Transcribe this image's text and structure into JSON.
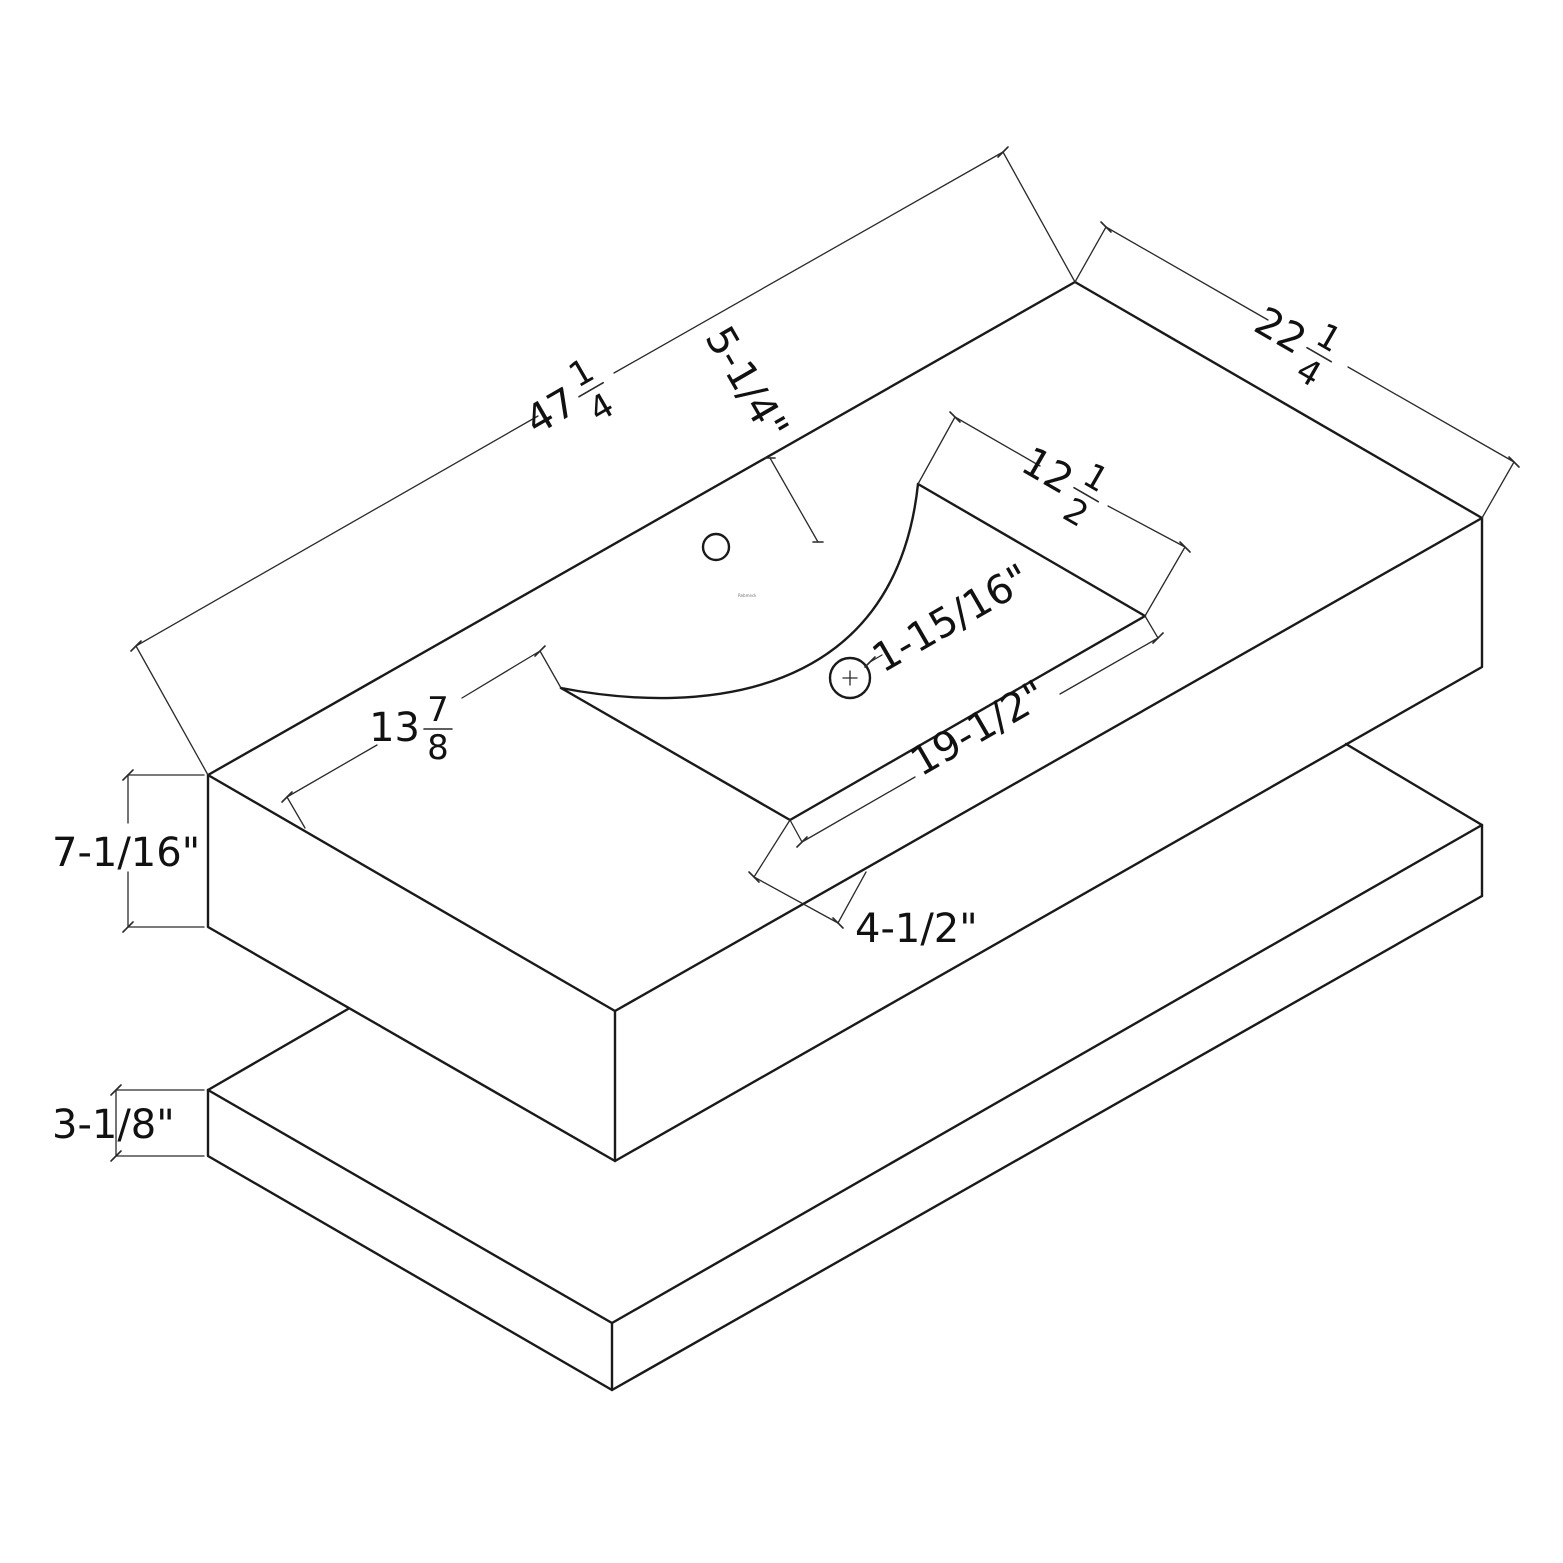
{
  "diagram": {
    "title": "",
    "dimensions": {
      "overall_length": {
        "whole": "47",
        "num": "1",
        "den": "4"
      },
      "overall_depth": {
        "whole": "22",
        "num": "1",
        "den": "4"
      },
      "basin_width": {
        "whole": "12",
        "num": "1",
        "den": "2"
      },
      "basin_left_offset": {
        "whole": "13",
        "num": "7",
        "den": "8"
      },
      "faucet_setback": "5-1/4\"",
      "drain_offset": "1-15/16\"",
      "basin_length": "19-1/2\"",
      "front_offset": "4-1/2\"",
      "top_height": "7-1/16\"",
      "shelf_height": "3-1/8\""
    },
    "brand_mark": "Rebmeck"
  }
}
